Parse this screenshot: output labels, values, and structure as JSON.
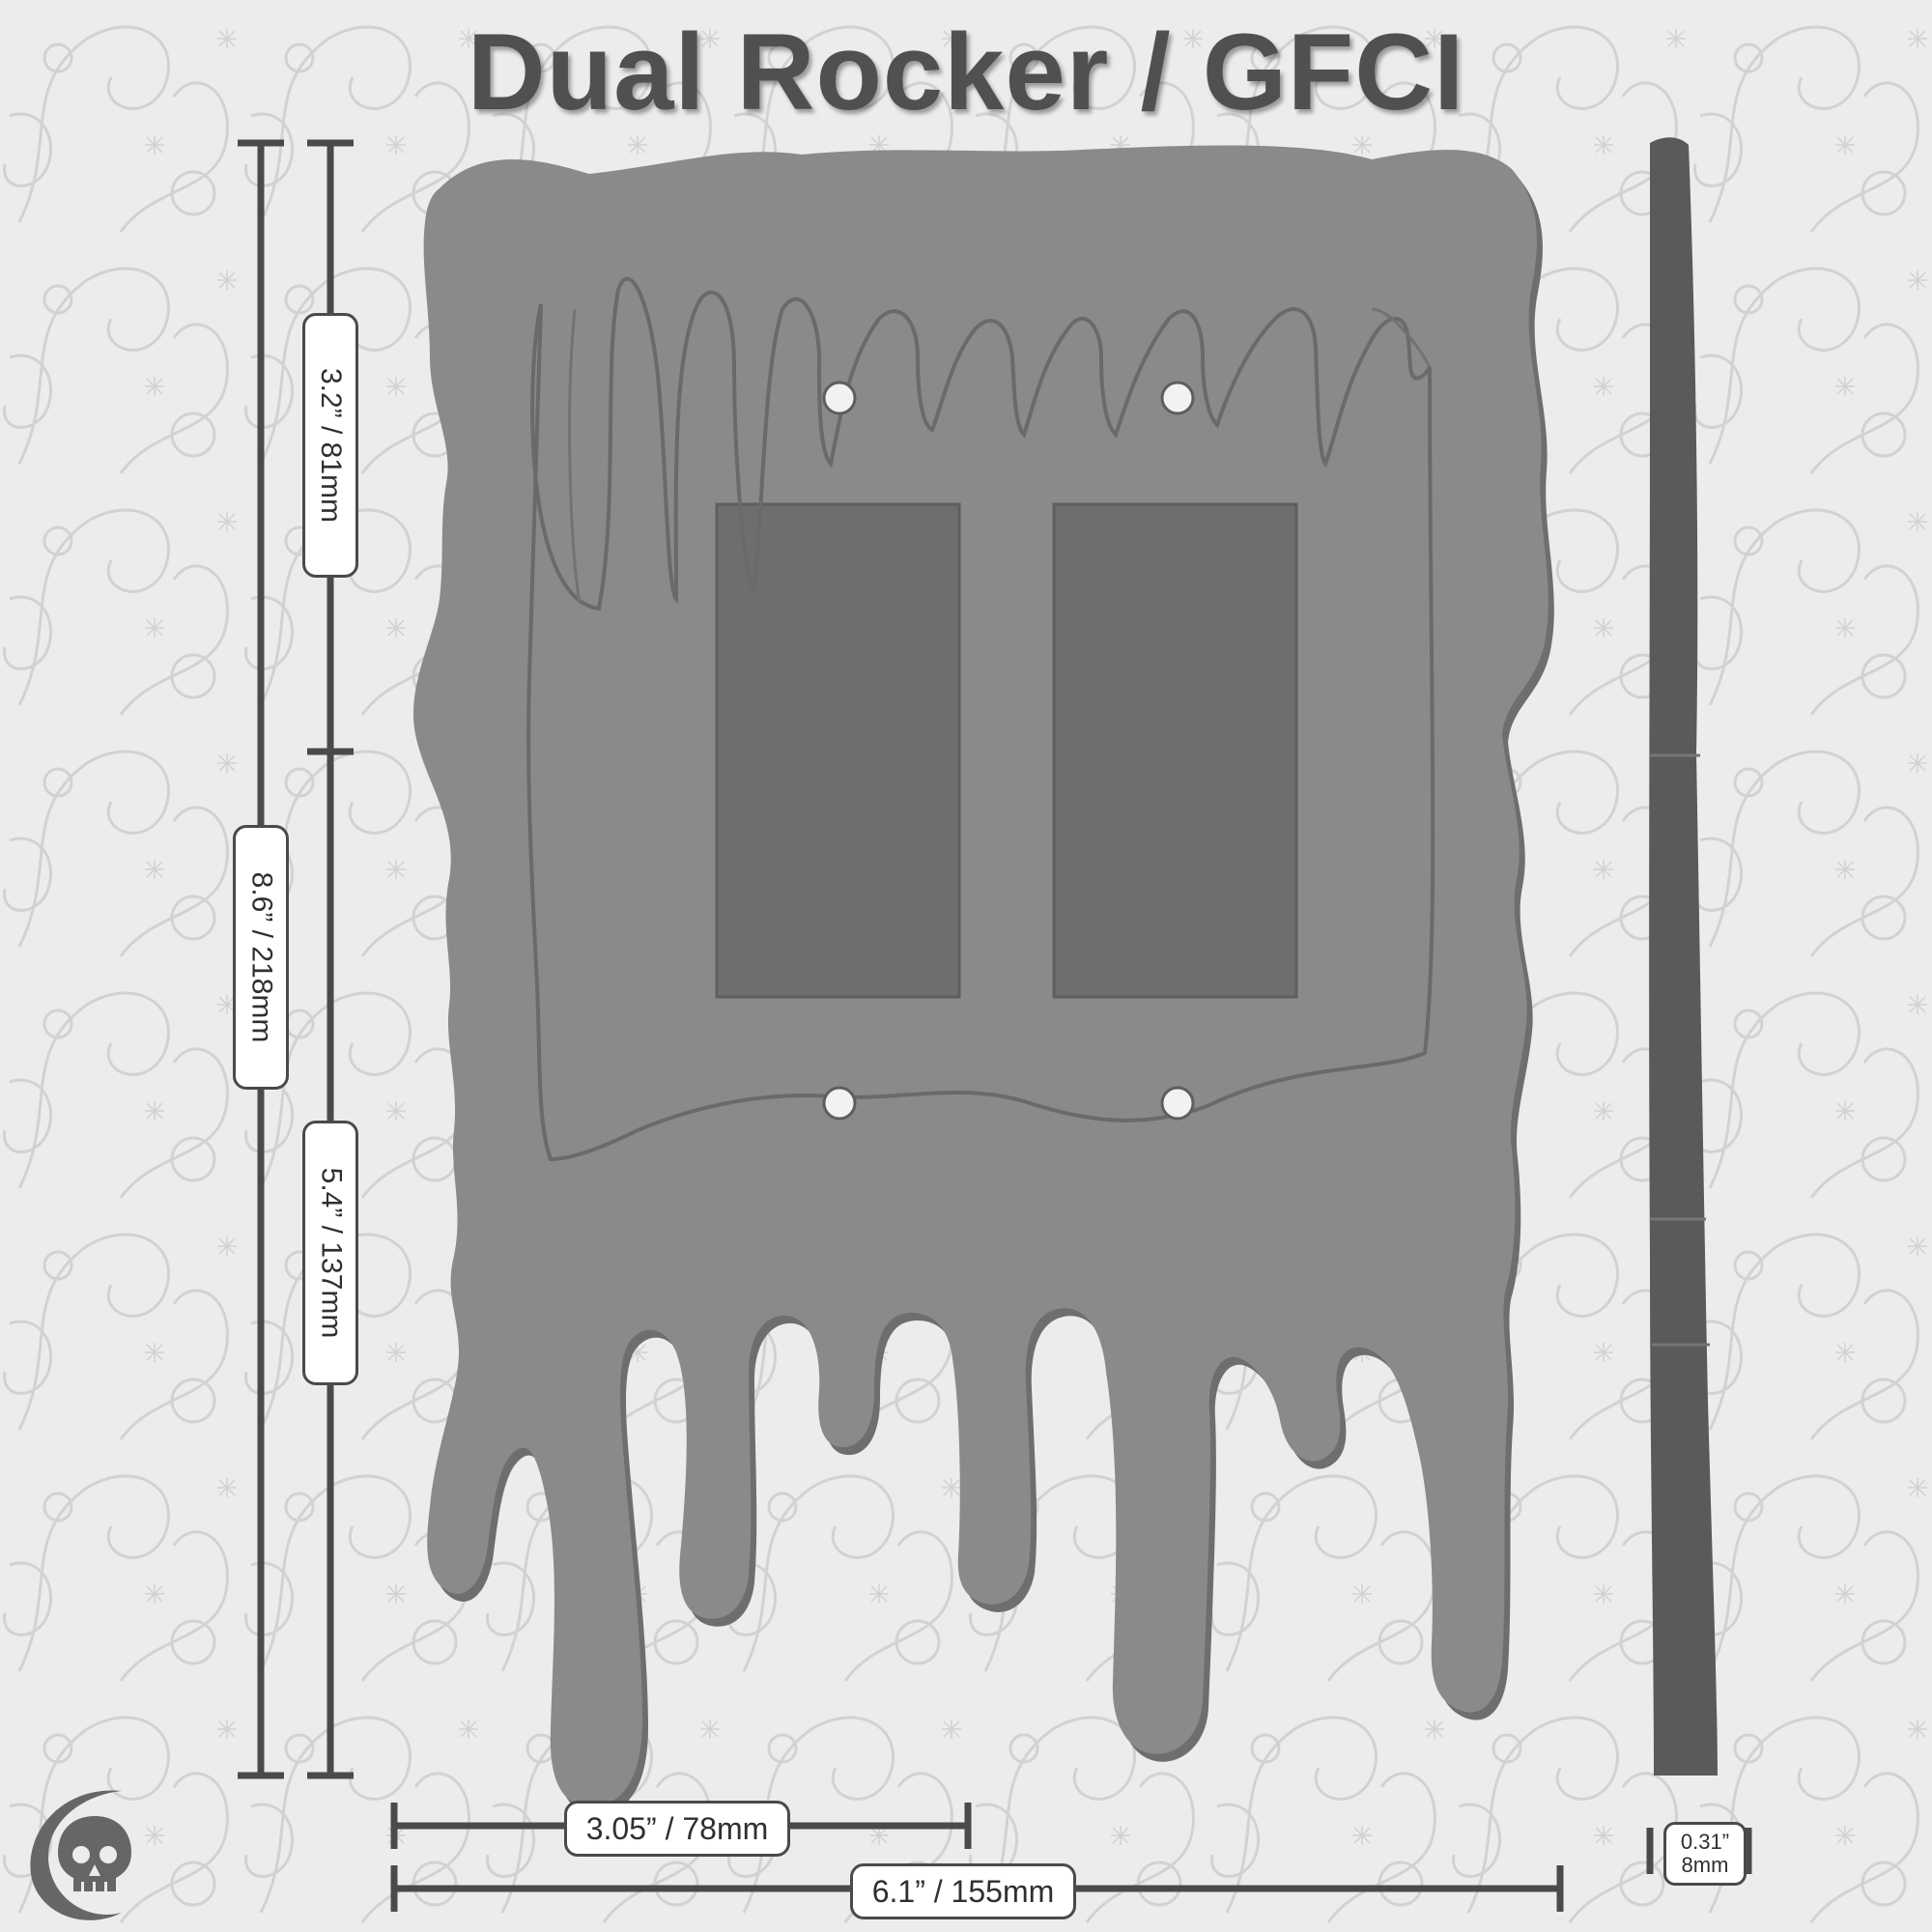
{
  "title": "Dual Rocker / GFCI",
  "dimensions": {
    "top_section": "3.2” / 81mm",
    "total_height": "8.6” / 218mm",
    "bottom_section": "5.4” / 137mm",
    "half_width": "3.05” / 78mm",
    "total_width": "6.1” / 155mm",
    "thickness_in": "0.31”",
    "thickness_mm": "8mm"
  },
  "colors": {
    "plate": "#8a8a8a",
    "plate_shadow": "#6e6e6e",
    "background": "#ececec",
    "lace": "#cdcdcd",
    "dimension_line": "#4a4a4a",
    "title": "#505050"
  },
  "icons": {
    "logo": "crescent-moon-skull-icon"
  }
}
